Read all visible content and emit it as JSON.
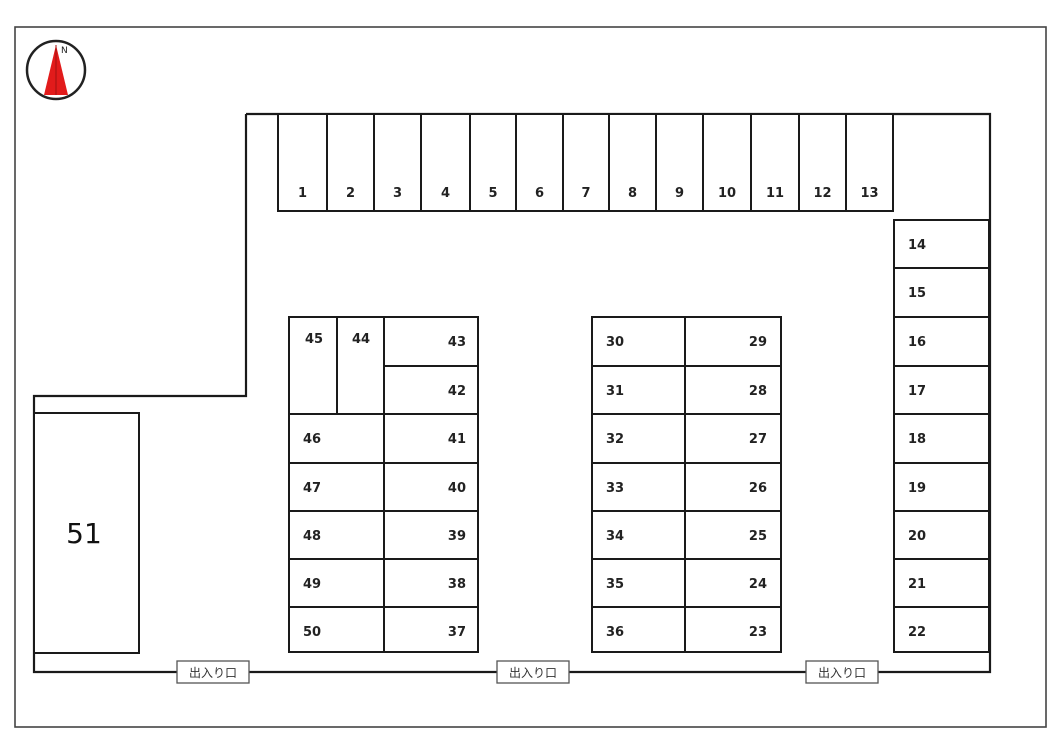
{
  "map": {
    "compass": {
      "north_label": "N",
      "icon": "compass-icon"
    },
    "entrance_label": "出入り口",
    "entrances": [
      "出入り口",
      "出入り口",
      "出入り口"
    ],
    "large_space": "51",
    "spaces": {
      "top_row": [
        "1",
        "2",
        "3",
        "4",
        "5",
        "6",
        "7",
        "8",
        "9",
        "10",
        "11",
        "12",
        "13"
      ],
      "right_column": [
        "14",
        "15",
        "16",
        "17",
        "18",
        "19",
        "20",
        "21",
        "22"
      ],
      "center_right": [
        "29",
        "28",
        "27",
        "26",
        "25",
        "24",
        "23"
      ],
      "center_left": [
        "30",
        "31",
        "32",
        "33",
        "34",
        "35",
        "36"
      ],
      "left_block_right": [
        "43",
        "42",
        "41",
        "40",
        "39",
        "38",
        "37"
      ],
      "left_block_left": [
        "45",
        "44",
        "46",
        "47",
        "48",
        "49",
        "50"
      ]
    }
  }
}
